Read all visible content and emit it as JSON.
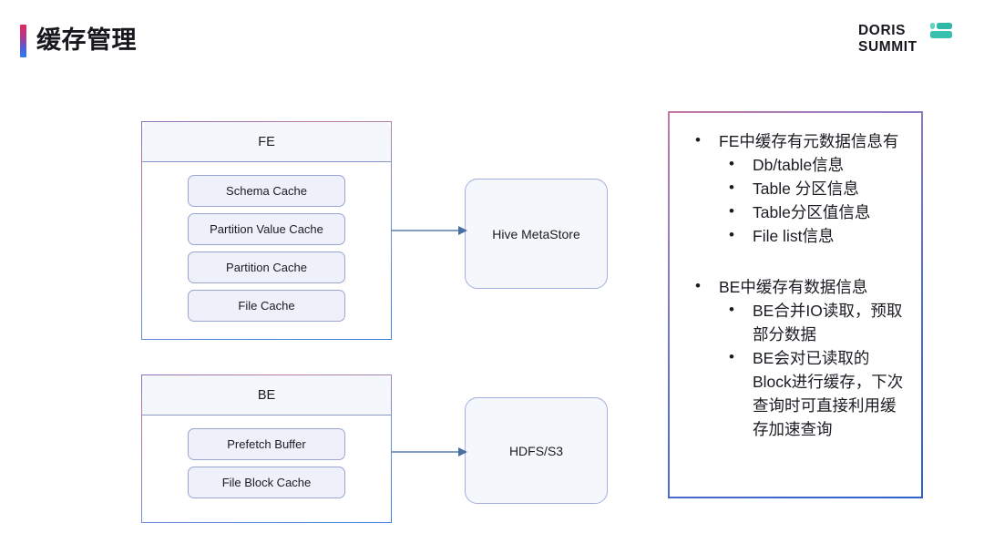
{
  "header": {
    "title": "缓存管理",
    "accent_gradient_from": "#e0275e",
    "accent_gradient_to": "#2f7df0",
    "logo": {
      "line1": "DORIS",
      "line2": "SUMMIT",
      "mark_color": "#37c1ae"
    }
  },
  "diagram": {
    "fe": {
      "title": "FE",
      "caches": [
        "Schema Cache",
        "Partition Value Cache",
        "Partition Cache",
        "File Cache"
      ]
    },
    "be": {
      "title": "BE",
      "caches": [
        "Prefetch Buffer",
        "File Block Cache"
      ]
    },
    "storage": [
      {
        "label": "Hive MetaStore"
      },
      {
        "label": "HDFS/S3"
      }
    ],
    "arrow_color": "#5b7fae"
  },
  "notes": {
    "groups": [
      {
        "heading": "FE中缓存有元数据信息有",
        "items": [
          "Db/table信息",
          "Table 分区信息",
          "Table分区值信息",
          "File list信息"
        ]
      },
      {
        "heading": "BE中缓存有数据信息",
        "items": [
          "BE合并IO读取，预取部分数据",
          "BE会对已读取的Block进行缓存，下次查询时可直接利用缓存加速查询"
        ]
      }
    ]
  }
}
